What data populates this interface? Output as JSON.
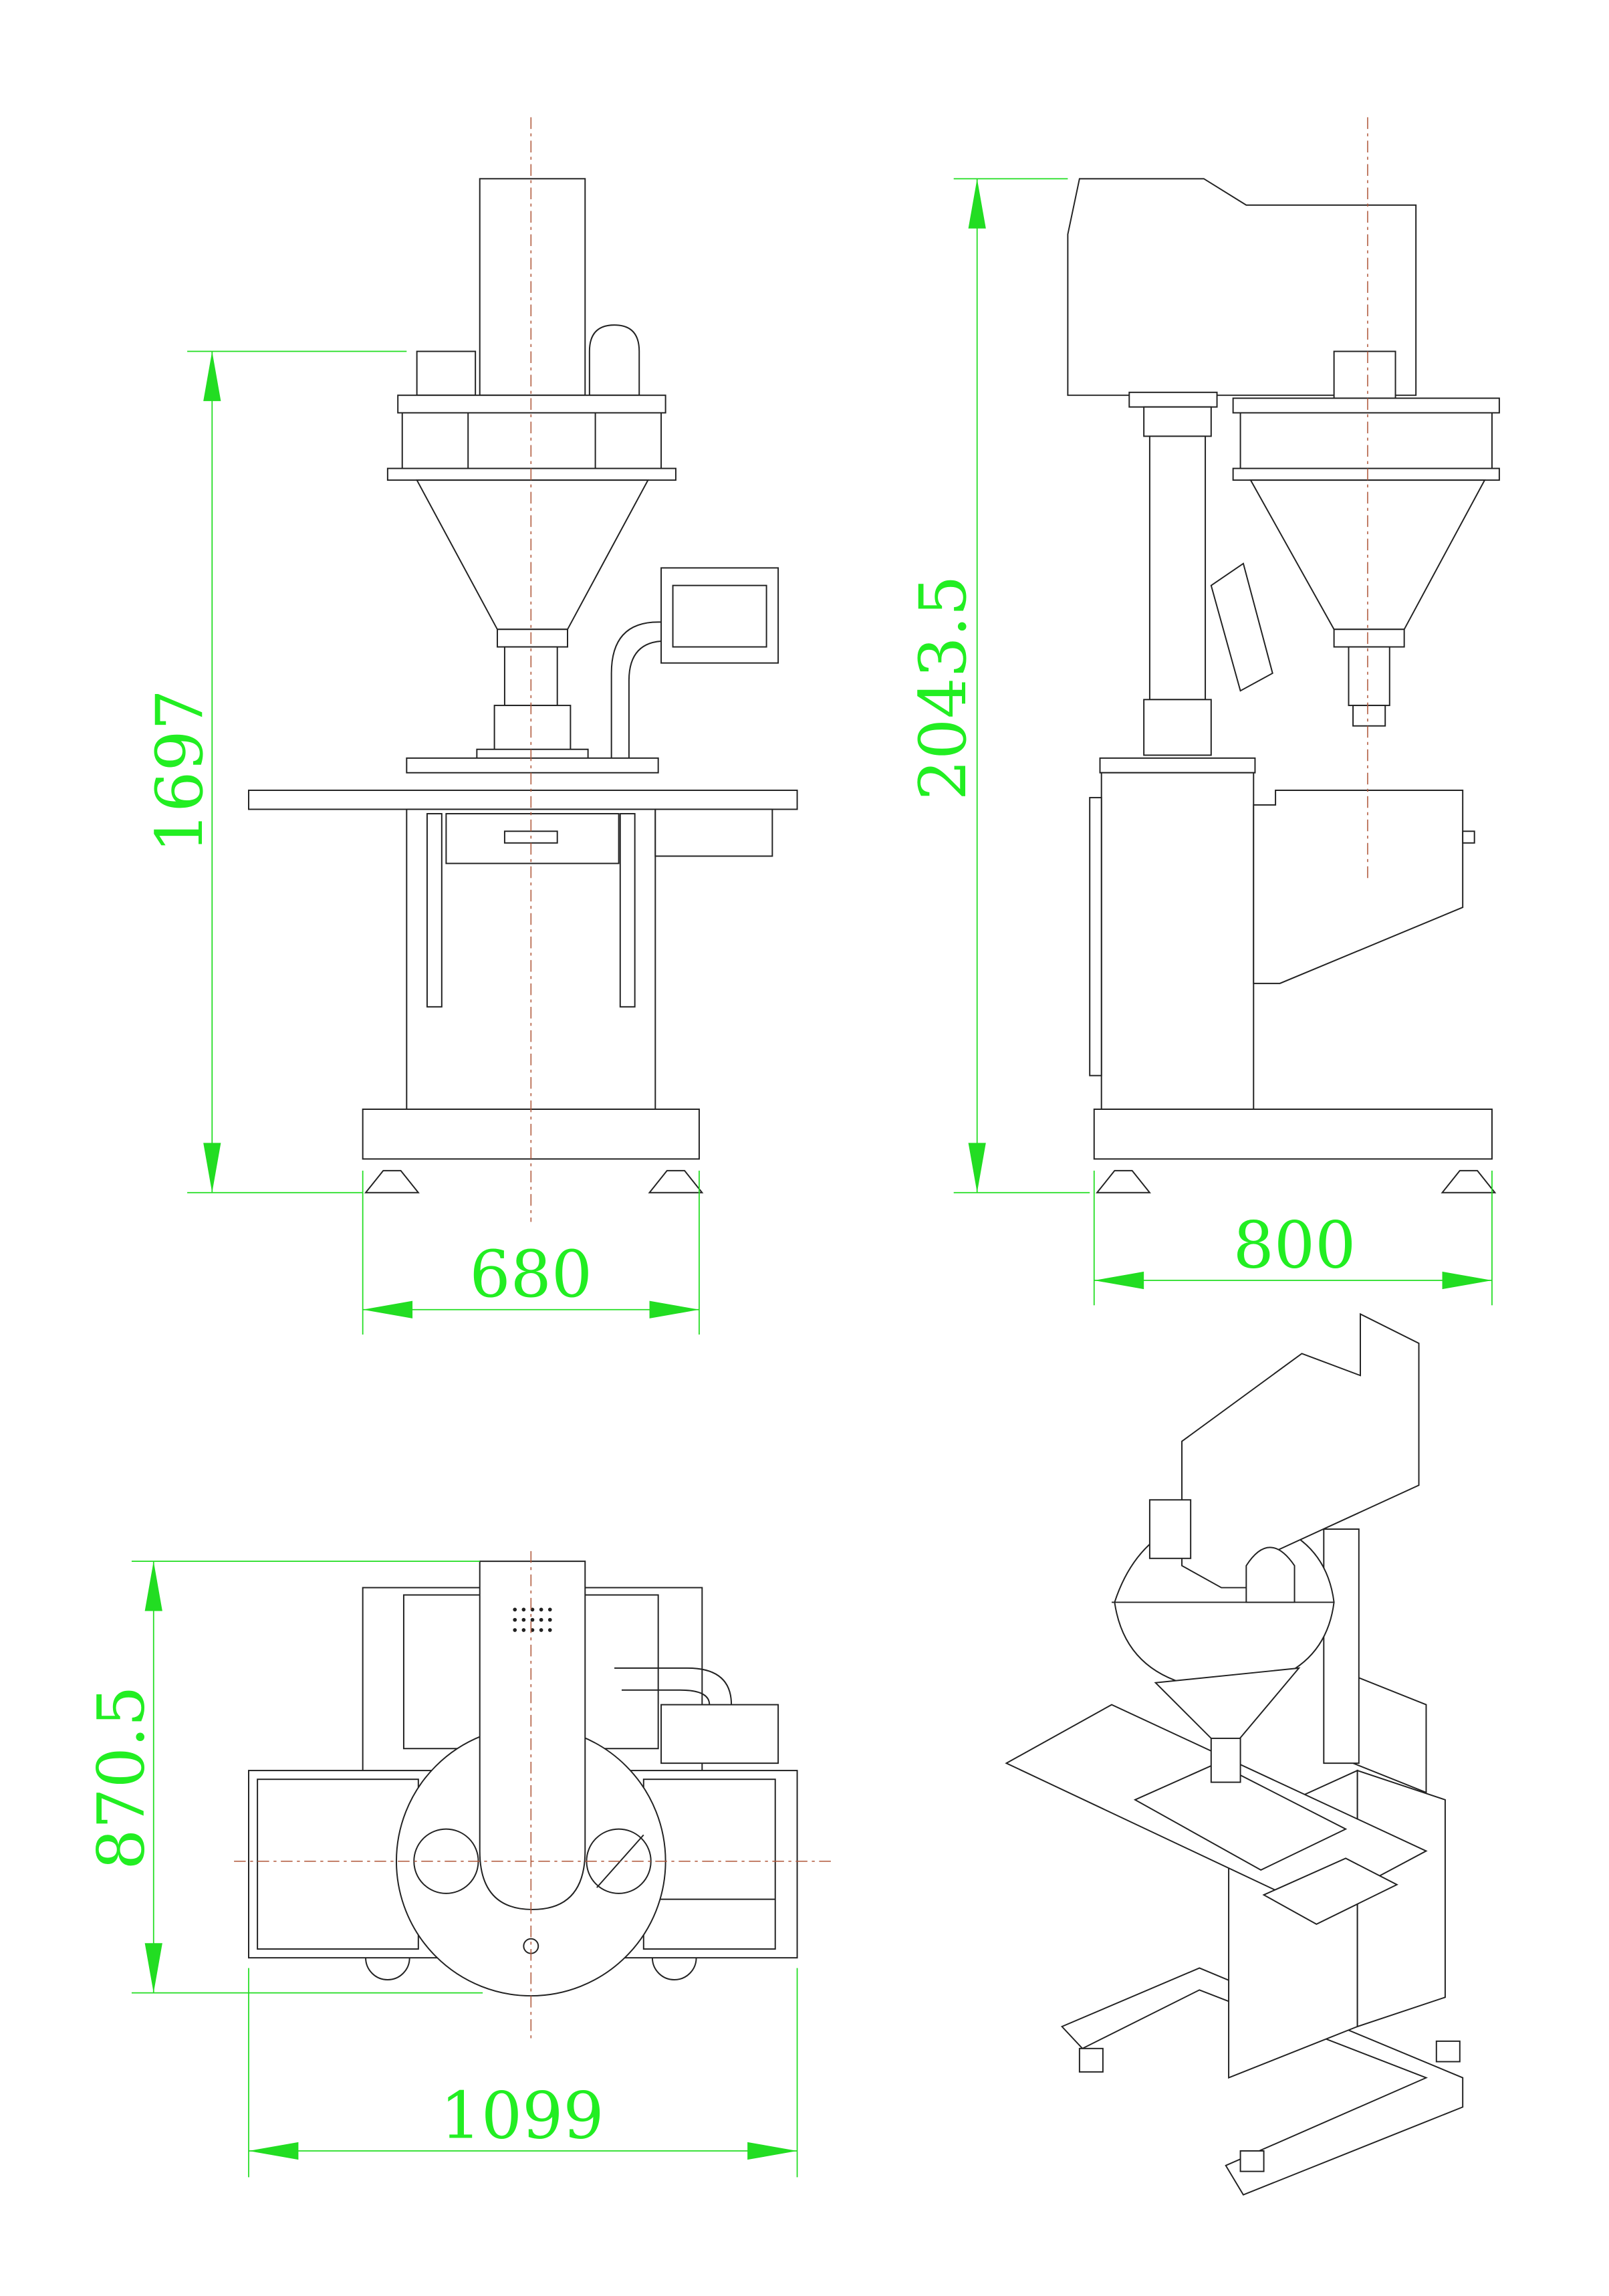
{
  "drawing": {
    "views": [
      "front-view",
      "side-view",
      "top-view",
      "isometric-view"
    ],
    "dimensions": {
      "front_height": "1697",
      "front_width": "680",
      "side_height": "2043.5",
      "side_width": "800",
      "top_depth": "870.5",
      "top_width": "1099"
    },
    "colors": {
      "dimension": "#22ee22",
      "linework": "#222222",
      "centerline": "#b0573a"
    }
  }
}
